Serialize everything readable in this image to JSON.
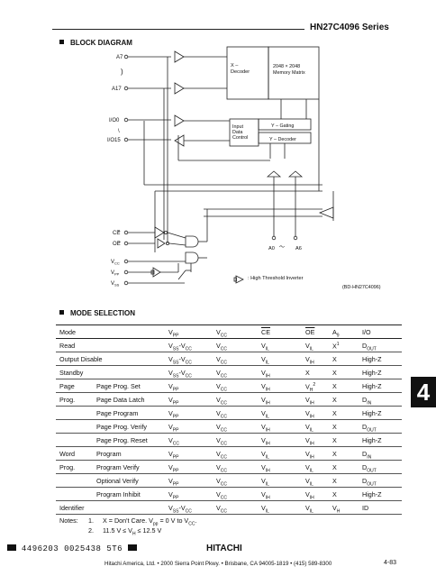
{
  "header": {
    "series": "HN27C4096 Series"
  },
  "block_diagram": {
    "title": "BLOCK DIAGRAM",
    "pin_a7": "A7",
    "pin_dots": ")",
    "pin_a17": "A17",
    "pin_io0": "I/O0",
    "pin_io_sep": "\\",
    "pin_io15": "I/O15",
    "x_decoder_line1": "X –",
    "x_decoder_line2": "Decoder",
    "matrix_line1": "2048 × 2048",
    "matrix_line2": "Memory Matrix",
    "input_line1": "Input",
    "input_line2": "Data",
    "input_line3": "Control",
    "y_gating": "Y – Gating",
    "y_decoder": "Y – Decoder",
    "pin_ce": "CE",
    "pin_oe": "OE",
    "pin_vcc": "V",
    "pin_vcc_sub": "CC",
    "pin_vpp": "V",
    "pin_vpp_sub": "PP",
    "pin_vss": "V",
    "pin_vss_sub": "SS",
    "addr_a0": "A0",
    "addr_a6": "A6",
    "legend": ": High Threshold Inverter",
    "code": "(BD-HN27C4096)"
  },
  "mode_selection": {
    "title": "MODE SELECTION",
    "headers": {
      "mode": "Mode",
      "vpp": "V",
      "vpp_sub": "PP",
      "vcc": "V",
      "vcc_sub": "CC",
      "ce": "CE",
      "oe": "OE",
      "a9": "A",
      "a9_sub": "9",
      "io": "I/O"
    },
    "rows": [
      {
        "group": "Read",
        "mode": "",
        "vpp": "V",
        "vpp_sub": "SS",
        "vpp_sep": "-V",
        "vpp_sub2": "CC",
        "vcc": "V",
        "vcc_sub": "CC",
        "ce": "V",
        "ce_sub": "IL",
        "oe": "V",
        "oe_sub": "IL",
        "a9": "X",
        "a9_sup": "1",
        "io": "D",
        "io_sub": "OUT"
      },
      {
        "group": "Output Disable",
        "mode": "",
        "vpp": "V",
        "vpp_sub": "SS",
        "vpp_sep": "-V",
        "vpp_sub2": "CC",
        "vcc": "V",
        "vcc_sub": "CC",
        "ce": "V",
        "ce_sub": "IL",
        "oe": "V",
        "oe_sub": "IH",
        "a9": "X",
        "a9_sup": "",
        "io": "High-Z",
        "io_sub": ""
      },
      {
        "group": "Standby",
        "mode": "",
        "vpp": "V",
        "vpp_sub": "SS",
        "vpp_sep": "-V",
        "vpp_sub2": "CC",
        "vcc": "V",
        "vcc_sub": "CC",
        "ce": "V",
        "ce_sub": "IH",
        "oe": "X",
        "oe_sub": "",
        "a9": "X",
        "a9_sup": "",
        "io": "High-Z",
        "io_sub": ""
      },
      {
        "group": "Page",
        "mode": "Page Prog. Set",
        "vpp": "V",
        "vpp_sub": "PP",
        "vpp_sep": "",
        "vpp_sub2": "",
        "vcc": "V",
        "vcc_sub": "CC",
        "ce": "V",
        "ce_sub": "IH",
        "oe": "V",
        "oe_sub": "H",
        "oe_sup": "2",
        "a9": "X",
        "a9_sup": "",
        "io": "High-Z",
        "io_sub": ""
      },
      {
        "group": "Prog.",
        "mode": "Page Data Latch",
        "vpp": "V",
        "vpp_sub": "PP",
        "vpp_sep": "",
        "vpp_sub2": "",
        "vcc": "V",
        "vcc_sub": "CC",
        "ce": "V",
        "ce_sub": "IH",
        "oe": "V",
        "oe_sub": "IH",
        "a9": "X",
        "a9_sup": "",
        "io": "D",
        "io_sub": "IN"
      },
      {
        "group": "",
        "mode": "Page Program",
        "vpp": "V",
        "vpp_sub": "PP",
        "vpp_sep": "",
        "vpp_sub2": "",
        "vcc": "V",
        "vcc_sub": "CC",
        "ce": "V",
        "ce_sub": "IL",
        "oe": "V",
        "oe_sub": "IH",
        "a9": "X",
        "a9_sup": "",
        "io": "High-Z",
        "io_sub": ""
      },
      {
        "group": "",
        "mode": "Page Prog. Verify",
        "vpp": "V",
        "vpp_sub": "PP",
        "vpp_sep": "",
        "vpp_sub2": "",
        "vcc": "V",
        "vcc_sub": "CC",
        "ce": "V",
        "ce_sub": "IH",
        "oe": "V",
        "oe_sub": "IL",
        "a9": "X",
        "a9_sup": "",
        "io": "D",
        "io_sub": "OUT"
      },
      {
        "group": "",
        "mode": "Page Prog. Reset",
        "vpp": "V",
        "vpp_sub": "CC",
        "vpp_sep": "",
        "vpp_sub2": "",
        "vcc": "V",
        "vcc_sub": "CC",
        "ce": "V",
        "ce_sub": "IH",
        "oe": "V",
        "oe_sub": "IH",
        "a9": "X",
        "a9_sup": "",
        "io": "High-Z",
        "io_sub": ""
      },
      {
        "group": "Word",
        "mode": "Program",
        "vpp": "V",
        "vpp_sub": "PP",
        "vpp_sep": "",
        "vpp_sub2": "",
        "vcc": "V",
        "vcc_sub": "CC",
        "ce": "V",
        "ce_sub": "IL",
        "oe": "V",
        "oe_sub": "IH",
        "a9": "X",
        "a9_sup": "",
        "io": "D",
        "io_sub": "IN"
      },
      {
        "group": "Prog.",
        "mode": "Program Verify",
        "vpp": "V",
        "vpp_sub": "PP",
        "vpp_sep": "",
        "vpp_sub2": "",
        "vcc": "V",
        "vcc_sub": "CC",
        "ce": "V",
        "ce_sub": "IH",
        "oe": "V",
        "oe_sub": "IL",
        "a9": "X",
        "a9_sup": "",
        "io": "D",
        "io_sub": "OUT"
      },
      {
        "group": "",
        "mode": "Optional Verify",
        "vpp": "V",
        "vpp_sub": "PP",
        "vpp_sep": "",
        "vpp_sub2": "",
        "vcc": "V",
        "vcc_sub": "CC",
        "ce": "V",
        "ce_sub": "IL",
        "oe": "V",
        "oe_sub": "IL",
        "a9": "X",
        "a9_sup": "",
        "io": "D",
        "io_sub": "OUT"
      },
      {
        "group": "",
        "mode": "Program Inhibit",
        "vpp": "V",
        "vpp_sub": "PP",
        "vpp_sep": "",
        "vpp_sub2": "",
        "vcc": "V",
        "vcc_sub": "CC",
        "ce": "V",
        "ce_sub": "IH",
        "oe": "V",
        "oe_sub": "IH",
        "a9": "X",
        "a9_sup": "",
        "io": "High-Z",
        "io_sub": ""
      },
      {
        "group": "Identifier",
        "mode": "",
        "vpp": "V",
        "vpp_sub": "SS",
        "vpp_sep": "-V",
        "vpp_sub2": "CC",
        "vcc": "V",
        "vcc_sub": "CC",
        "ce": "V",
        "ce_sub": "IL",
        "oe": "V",
        "oe_sub": "IL",
        "a9": "V",
        "a9_sup": "",
        "a9_sub": "H",
        "io": "ID",
        "io_sub": ""
      }
    ],
    "notes_label": "Notes:",
    "notes": [
      {
        "num": "1.",
        "text": "X = Don't Care. V",
        "sub": "pp",
        "text2": " = 0 V to V",
        "sub2": "CC",
        "text3": "."
      },
      {
        "num": "2.",
        "text": "11.5 V ≤ V",
        "sub": "H",
        "text2": " ≤ 12.5 V",
        "sub2": "",
        "text3": ""
      }
    ]
  },
  "tab": "4",
  "footer": {
    "code": "4496203 0025438 5T6",
    "brand": "HITACHI",
    "address": "Hitachi America, Ltd. • 2000 Sierra Point Pkwy. • Brisbane, CA 94005-1819 • (415) 589-8300",
    "page": "4-83"
  }
}
